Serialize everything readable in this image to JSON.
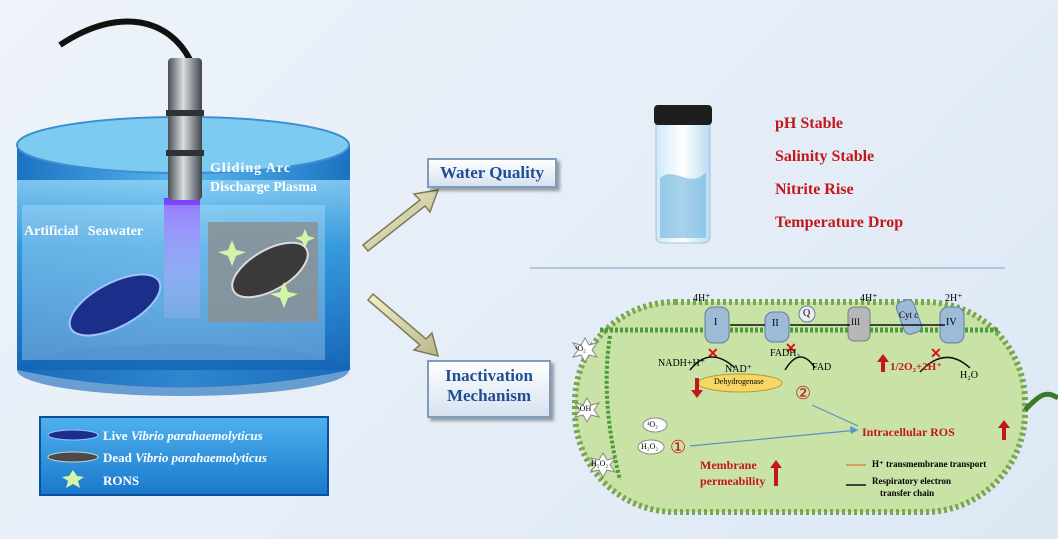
{
  "tank": {
    "label_artificial": "Artificial Seawater",
    "label_plasma_line1": "Gliding Arc",
    "label_plasma_line2": "Discharge Plasma"
  },
  "legend": {
    "live_prefix": "Live ",
    "live_species": "Vibrio parahaemolyticus",
    "dead_prefix": "Dead ",
    "dead_species": "Vibrio parahaemolyticus",
    "rons": "RONS"
  },
  "water_quality": {
    "title": "Water Quality",
    "items": [
      "pH Stable",
      "Salinity Stable",
      "Nitrite Rise",
      "Temperature Drop"
    ]
  },
  "inactivation": {
    "title_line1": "Inactivation",
    "title_line2": "Mechanism"
  },
  "cell": {
    "proton_4h_a": "4H⁺",
    "proton_4h_b": "4H⁺",
    "proton_2h": "2H⁺",
    "complex_i": "I",
    "complex_ii": "II",
    "complex_q": "Q",
    "complex_iii": "III",
    "complex_cytc": "Cyt c",
    "complex_iv": "IV",
    "nadh": "NADH+H⁺",
    "nad": "NAD⁺",
    "fadh2": "FADH₂",
    "fad": "FAD",
    "oxygen": "1/2O₂+2H⁺",
    "water": "H₂O",
    "dehydrogenase": "Dehydrogenase",
    "circle1": "①",
    "circle2": "②",
    "intracellular_ros": "Intracellular ROS",
    "membrane_line1": "Membrane",
    "membrane_line2": "permeability",
    "ros_o2": "¹O₂",
    "ros_oh": "·OH",
    "ros_h2o2": "H₂O₂",
    "in_o2": "¹O₂",
    "in_h2o2": "H₂O₂",
    "legend_h": "H⁺ transmembrane transport",
    "legend_etc_line1": "Respiratory electron",
    "legend_etc_line2": "transfer chain"
  },
  "colors": {
    "accent_red": "#c21818",
    "title_blue": "#1f4e94",
    "cell_green": "#c9e3a6",
    "water_blue": "#3aa0e0"
  }
}
